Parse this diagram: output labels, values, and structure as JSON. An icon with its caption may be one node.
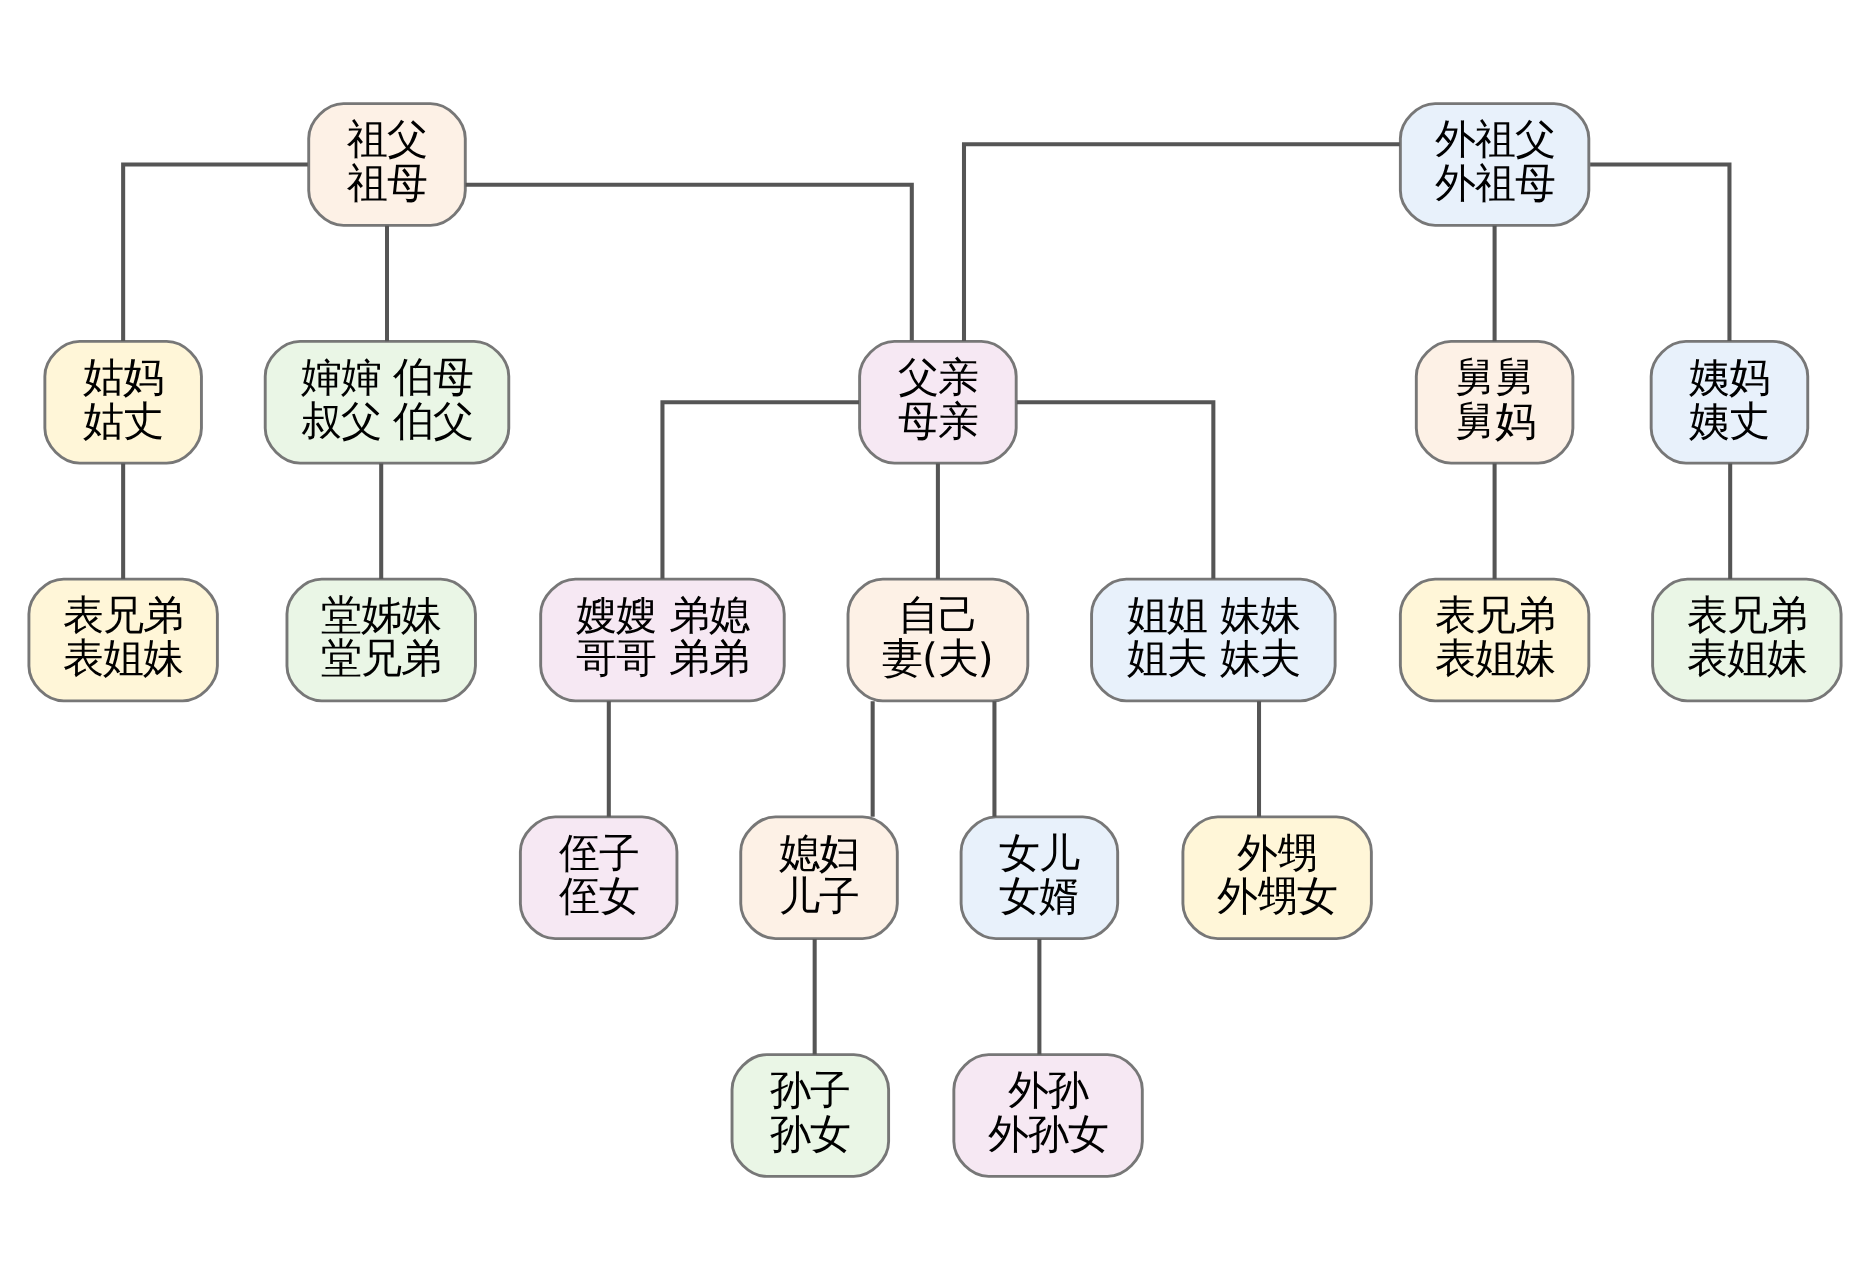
{
  "diagram": {
    "nodes": [
      {
        "text": [
          "祖父",
          "祖母"
        ]
      },
      {
        "text": [
          "外祖父",
          "外祖母"
        ]
      },
      {
        "text": [
          "姑妈",
          "姑丈"
        ]
      },
      {
        "text": [
          "婶婶 伯母",
          "叔父 伯父"
        ]
      },
      {
        "text": [
          "父亲",
          "母亲"
        ]
      },
      {
        "text": [
          "舅舅",
          "舅妈"
        ]
      },
      {
        "text": [
          "姨妈",
          "姨丈"
        ]
      },
      {
        "text": [
          "表兄弟",
          "表姐妹"
        ]
      },
      {
        "text": [
          "堂姊妹",
          "堂兄弟"
        ]
      },
      {
        "text": [
          "嫂嫂 弟媳",
          "哥哥 弟弟"
        ]
      },
      {
        "text": [
          "自己",
          "妻(夫)"
        ]
      },
      {
        "text": [
          "姐姐 妹妹",
          "姐夫 妹夫"
        ]
      },
      {
        "text": [
          "表兄弟",
          "表姐妹"
        ]
      },
      {
        "text": [
          "表兄弟",
          "表姐妹"
        ]
      },
      {
        "text": [
          "侄子",
          "侄女"
        ]
      },
      {
        "text": [
          "媳妇",
          "儿子"
        ]
      },
      {
        "text": [
          "女儿",
          "女婿"
        ]
      },
      {
        "text": [
          "外甥",
          "外甥女"
        ]
      },
      {
        "text": [
          "孙子",
          "孙女"
        ]
      },
      {
        "text": [
          "外孙",
          "外孙女"
        ]
      }
    ],
    "edges": [
      {
        "from": 0,
        "to": 2,
        "arrow": "none"
      },
      {
        "from": 0,
        "to": 3,
        "arrow": "none"
      },
      {
        "from": 0,
        "to": 4,
        "arrow": "none"
      },
      {
        "from": 1,
        "to": 4,
        "arrow": "none"
      },
      {
        "from": 1,
        "to": 5,
        "arrow": "none"
      },
      {
        "from": 1,
        "to": 6,
        "arrow": "none"
      },
      {
        "from": 2,
        "to": 7,
        "arrow": "none"
      },
      {
        "from": 3,
        "to": 8,
        "arrow": "none"
      },
      {
        "from": 4,
        "to": 9,
        "arrow": "none"
      },
      {
        "from": 4,
        "to": 10,
        "arrow": "none"
      },
      {
        "from": 4,
        "to": 11,
        "arrow": "none"
      },
      {
        "from": 5,
        "to": 12,
        "arrow": "none"
      },
      {
        "from": 6,
        "to": 13,
        "arrow": "none"
      },
      {
        "from": 9,
        "to": 14,
        "arrow": "none"
      },
      {
        "from": 10,
        "to": 15,
        "arrow": "none"
      },
      {
        "from": 10,
        "to": 16,
        "arrow": "none"
      },
      {
        "from": 11,
        "to": 17,
        "arrow": "none"
      },
      {
        "from": 15,
        "to": 18,
        "arrow": "none"
      },
      {
        "from": 16,
        "to": 19,
        "arrow": "none"
      }
    ]
  }
}
